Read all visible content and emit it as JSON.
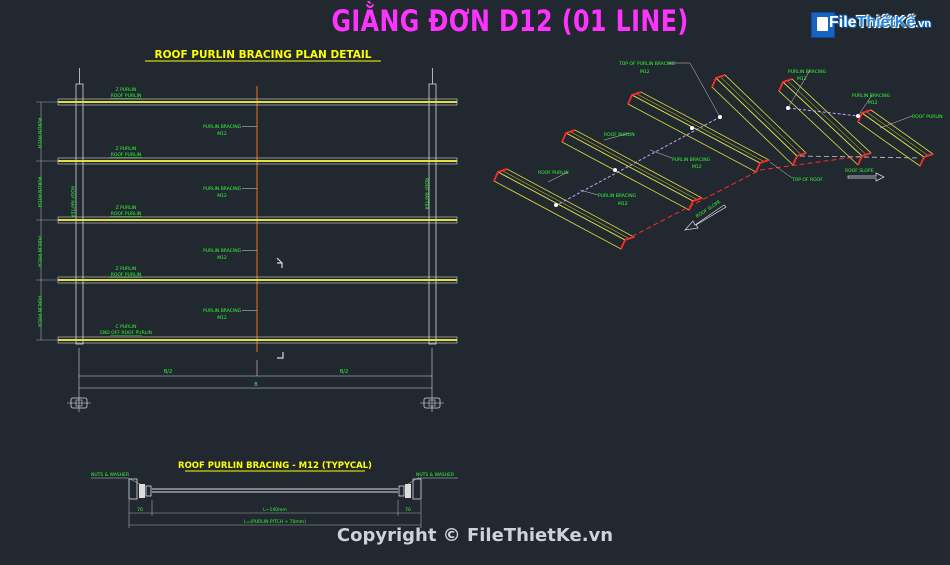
{
  "title": "GIẰNG ĐƠN D12 (01 LINE)",
  "watermark": {
    "logo_part1": "File",
    "logo_part2": "ThiếtKế",
    "logo_part3": ".vn",
    "copyright": "Copyright © FileThietKe.vn"
  },
  "plan": {
    "title": "ROOF PURLIN BRACING PLAN DETAIL",
    "purlin_labels": [
      {
        "type": "Z PURLIN",
        "name": "ROOF PURLIN"
      },
      {
        "type": "Z PURLIN",
        "name": "ROOF PURLIN"
      },
      {
        "type": "Z PURLIN",
        "name": "ROOF PURLIN"
      },
      {
        "type": "Z PURLIN",
        "name": "ROOF PURLIN"
      },
      {
        "type": "C PURLIN",
        "name": "END OFF ROOF PURLIN"
      }
    ],
    "bracing_labels": [
      {
        "name": "PURLIN BRACING",
        "size": "M12"
      },
      {
        "name": "PURLIN BRACING",
        "size": "M12"
      },
      {
        "name": "PURLIN BRACING",
        "size": "M12"
      },
      {
        "name": "PURLIN BRACING",
        "size": "M12"
      }
    ],
    "pitch_label": "PURLIN PITCH",
    "rafter_label": "ROOF RAFTER",
    "dim_half": "B/2",
    "dim_full": "B"
  },
  "iso": {
    "labels": {
      "top_bracing": "TOP OF PURLIN BRACING",
      "bracing_size": "M12",
      "roof_purlin": "ROOF PURLIN",
      "purlin_bracing": "PURLIN BRACING",
      "top_of_roof": "TOP OF ROOF",
      "roof_slope": "ROOF SLOPE"
    }
  },
  "detail": {
    "title": "ROOF PURLIN BRACING - M12 (TYPYCAL)",
    "nuts_label": "NUTS & WASHER",
    "edge_dim": "70",
    "length_label": "L~140mm",
    "total_label": "L=(PURLIN PITCH + 70mm)"
  },
  "colors": {
    "background": "#212830",
    "title": "#ff33ff",
    "heading": "#ffff00",
    "text": "#33ff33",
    "line": "#d8d8d8",
    "purlin": "#e0e040",
    "flange": "#ff2a2a",
    "dim": "#aaaaaa"
  }
}
